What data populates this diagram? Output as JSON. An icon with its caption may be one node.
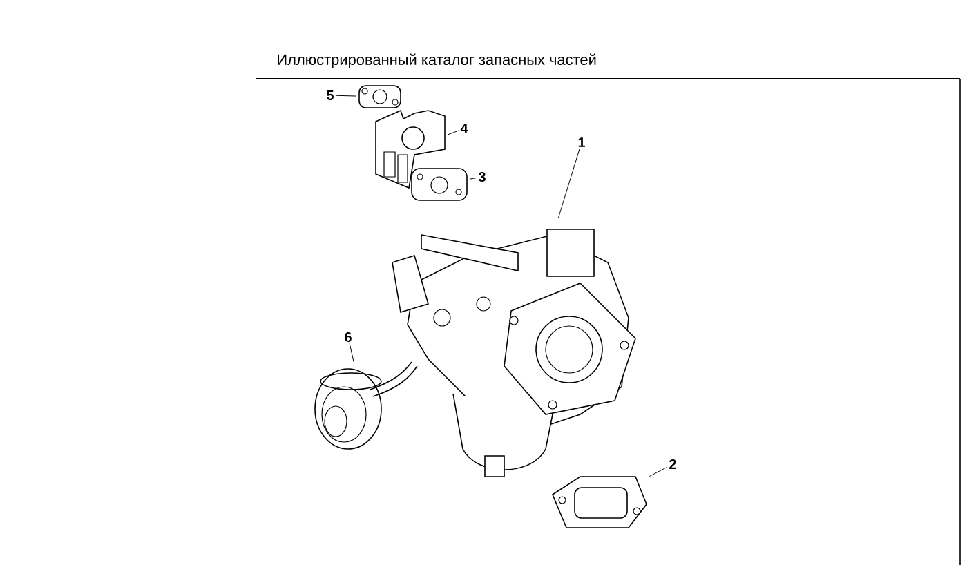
{
  "diagram": {
    "title": "Иллюстрированный каталог запасных частей",
    "nodes": [
      {
        "text": [
          "1"
        ]
      },
      {
        "text": [
          "2"
        ]
      },
      {
        "text": [
          "3"
        ]
      },
      {
        "text": [
          "4"
        ]
      },
      {
        "text": [
          "5"
        ]
      },
      {
        "text": [
          "6"
        ]
      },
      {
        "text": [],
        "shape": "picture"
      },
      {
        "text": [],
        "shape": "picture"
      },
      {
        "text": [],
        "shape": "picture"
      },
      {
        "text": [],
        "shape": "picture"
      },
      {
        "text": [],
        "shape": "picture"
      },
      {
        "text": [],
        "shape": "picture"
      }
    ],
    "edges": [
      {
        "from": 0,
        "to": 6,
        "arrow": "none"
      },
      {
        "from": 1,
        "to": 7,
        "arrow": "none"
      },
      {
        "from": 2,
        "to": 8,
        "arrow": "none"
      },
      {
        "from": 3,
        "to": 9,
        "arrow": "none"
      },
      {
        "from": 4,
        "to": 10,
        "arrow": "none"
      },
      {
        "from": 5,
        "to": 11,
        "arrow": "none"
      }
    ]
  }
}
